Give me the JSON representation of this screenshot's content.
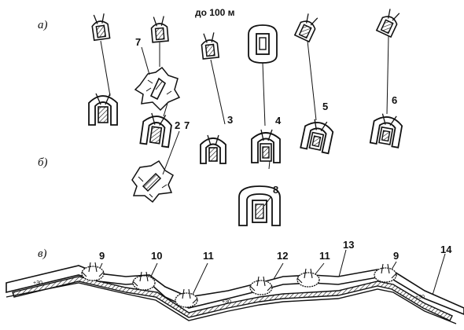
{
  "figure": {
    "distance_label": "до 100 м",
    "section_labels": {
      "a": "а)",
      "b": "б)",
      "c": "в)"
    },
    "numbers": [
      "7",
      "2",
      "7",
      "3",
      "4",
      "5",
      "6",
      "8",
      "9",
      "10",
      "11",
      "12",
      "11",
      "13",
      "9",
      "14"
    ],
    "trench_marks": [
      "+30",
      "+30",
      "+30"
    ]
  }
}
